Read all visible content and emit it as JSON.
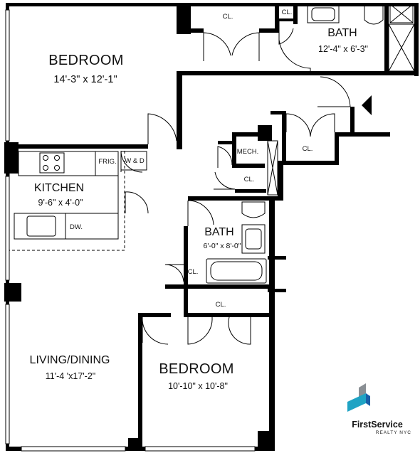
{
  "rooms": {
    "bedroom1": {
      "name": "BEDROOM",
      "dims": "14'-3\" x 12'-1\""
    },
    "bath1": {
      "name": "BATH",
      "dims": "12'-4\" x 6'-3\""
    },
    "kitchen": {
      "name": "KITCHEN",
      "dims": "9'-6\" x 4'-0\""
    },
    "bath2": {
      "name": "BATH",
      "dims": "6'-0\" x 8'-0\""
    },
    "living": {
      "name": "LIVING/DINING",
      "dims": "11'-4 'x17'-2\""
    },
    "bedroom2": {
      "name": "BEDROOM",
      "dims": "10'-10\" x 10'-8\""
    }
  },
  "small_labels": {
    "closet_top": "CL.",
    "closet_bath": "CL.",
    "closet_entry": "CL.",
    "closet_mech_below": "CL.",
    "closet_hall": "CL.",
    "closet_bedroom2": "CL.",
    "mech": "MECH.",
    "frig": "FRIG.",
    "washer_dryer": "W & D",
    "dishwasher": "DW."
  },
  "brand": {
    "name": "FirstService",
    "sub": "REALTY NYC",
    "colors": {
      "teal": "#1fa3c4",
      "blue": "#1a5fa8",
      "grey": "#8a8f94"
    }
  }
}
